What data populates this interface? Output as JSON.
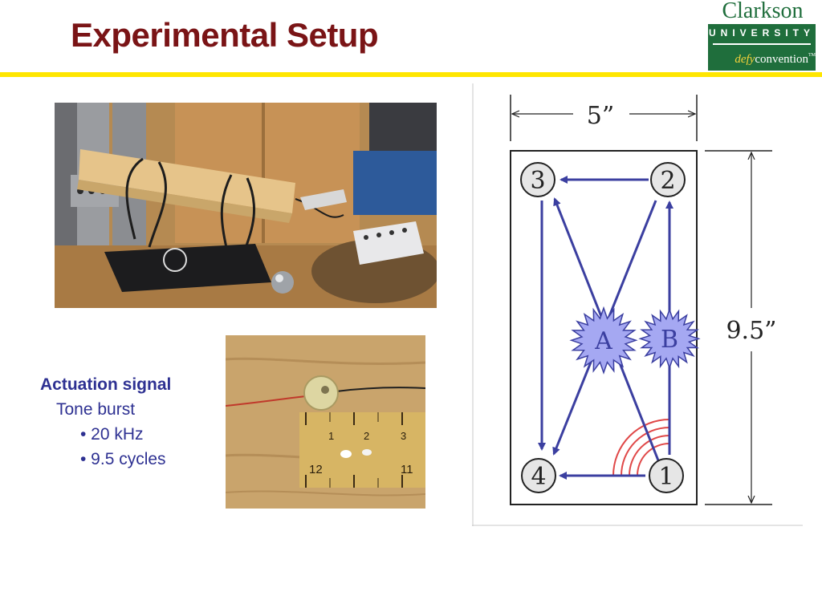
{
  "slide": {
    "title": "Experimental Setup"
  },
  "logo": {
    "wordmark": "Clarkson",
    "university": "UNIVERSITY",
    "tagline_defy": "defy",
    "tagline_rest": "convention",
    "trademark": "TM"
  },
  "actuation": {
    "heading": "Actuation signal",
    "type": "Tone burst",
    "bullets": [
      "• 20 kHz",
      "• 9.5 cycles"
    ]
  },
  "diagram": {
    "width_label": "5”",
    "height_label": "9.5”",
    "sensors": [
      "1",
      "2",
      "3",
      "4"
    ],
    "damage_points": [
      "A",
      "B"
    ]
  },
  "ruler": {
    "top_numbers": [
      "1",
      "2",
      "3"
    ],
    "bottom_numbers": [
      "12",
      "11"
    ]
  },
  "colors": {
    "title": "#7a1416",
    "title_rule": "#ffe600",
    "text": "#2e3192",
    "path_arrows": "#3b3fa0",
    "wave_arcs": "#e04848",
    "brand_green": "#1f6e3c"
  }
}
